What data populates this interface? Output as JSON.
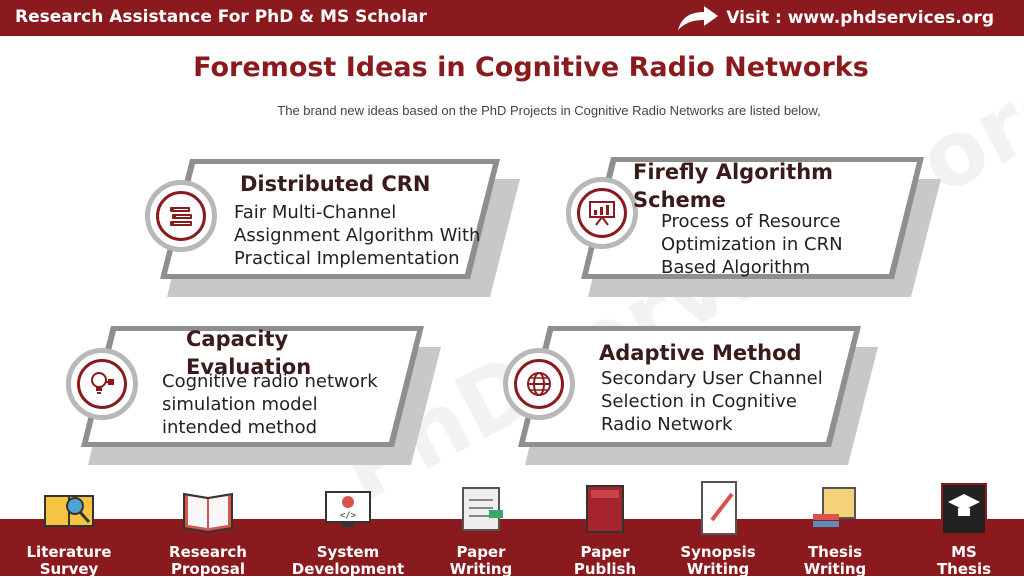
{
  "header": {
    "brand": "Research Assistance For PhD & MS Scholar",
    "visit": "Visit : www.phdservices.org"
  },
  "main": {
    "title": "Foremost Ideas in Cognitive Radio Networks",
    "subtitle": "The brand new ideas based on the  PhD Projects in Cognitive Radio Networks are listed below,",
    "watermark": "PhDservices.org"
  },
  "cards": [
    {
      "title": "Distributed CRN",
      "desc": "Fair Multi-Channel\nAssignment Algorithm With\nPractical Implementation",
      "icon": "books-icon"
    },
    {
      "title": "Firefly Algorithm\nScheme",
      "desc": "Process of Resource\nOptimization in CRN\nBased Algorithm",
      "icon": "presentation-icon"
    },
    {
      "title": "Capacity\nEvaluation",
      "desc": "Cognitive radio network\nsimulation model\nintended method",
      "icon": "bulb-icon"
    },
    {
      "title": "Adaptive Method",
      "desc": "Secondary User Channel\nSelection in Cognitive\nRadio Network",
      "icon": "globe-icon"
    }
  ],
  "footer": [
    {
      "label": "Literature\nSurvey",
      "icon": "magnifier-book-icon"
    },
    {
      "label": "Research\nProposal",
      "icon": "open-book-icon"
    },
    {
      "label": "System\nDevelopment",
      "icon": "monitor-code-icon"
    },
    {
      "label": "Paper\nWriting",
      "icon": "clipboard-hand-icon"
    },
    {
      "label": "Paper\nPublish",
      "icon": "journal-icon"
    },
    {
      "label": "Synopsis\nWriting",
      "icon": "paper-pen-icon"
    },
    {
      "label": "Thesis\nWriting",
      "icon": "scroll-books-icon"
    },
    {
      "label": "MS\nThesis",
      "icon": "graduation-book-icon"
    }
  ],
  "colors": {
    "brand": "#8b1a1e",
    "frame": "#8f8f8f",
    "shadow": "#c8c8c8"
  }
}
